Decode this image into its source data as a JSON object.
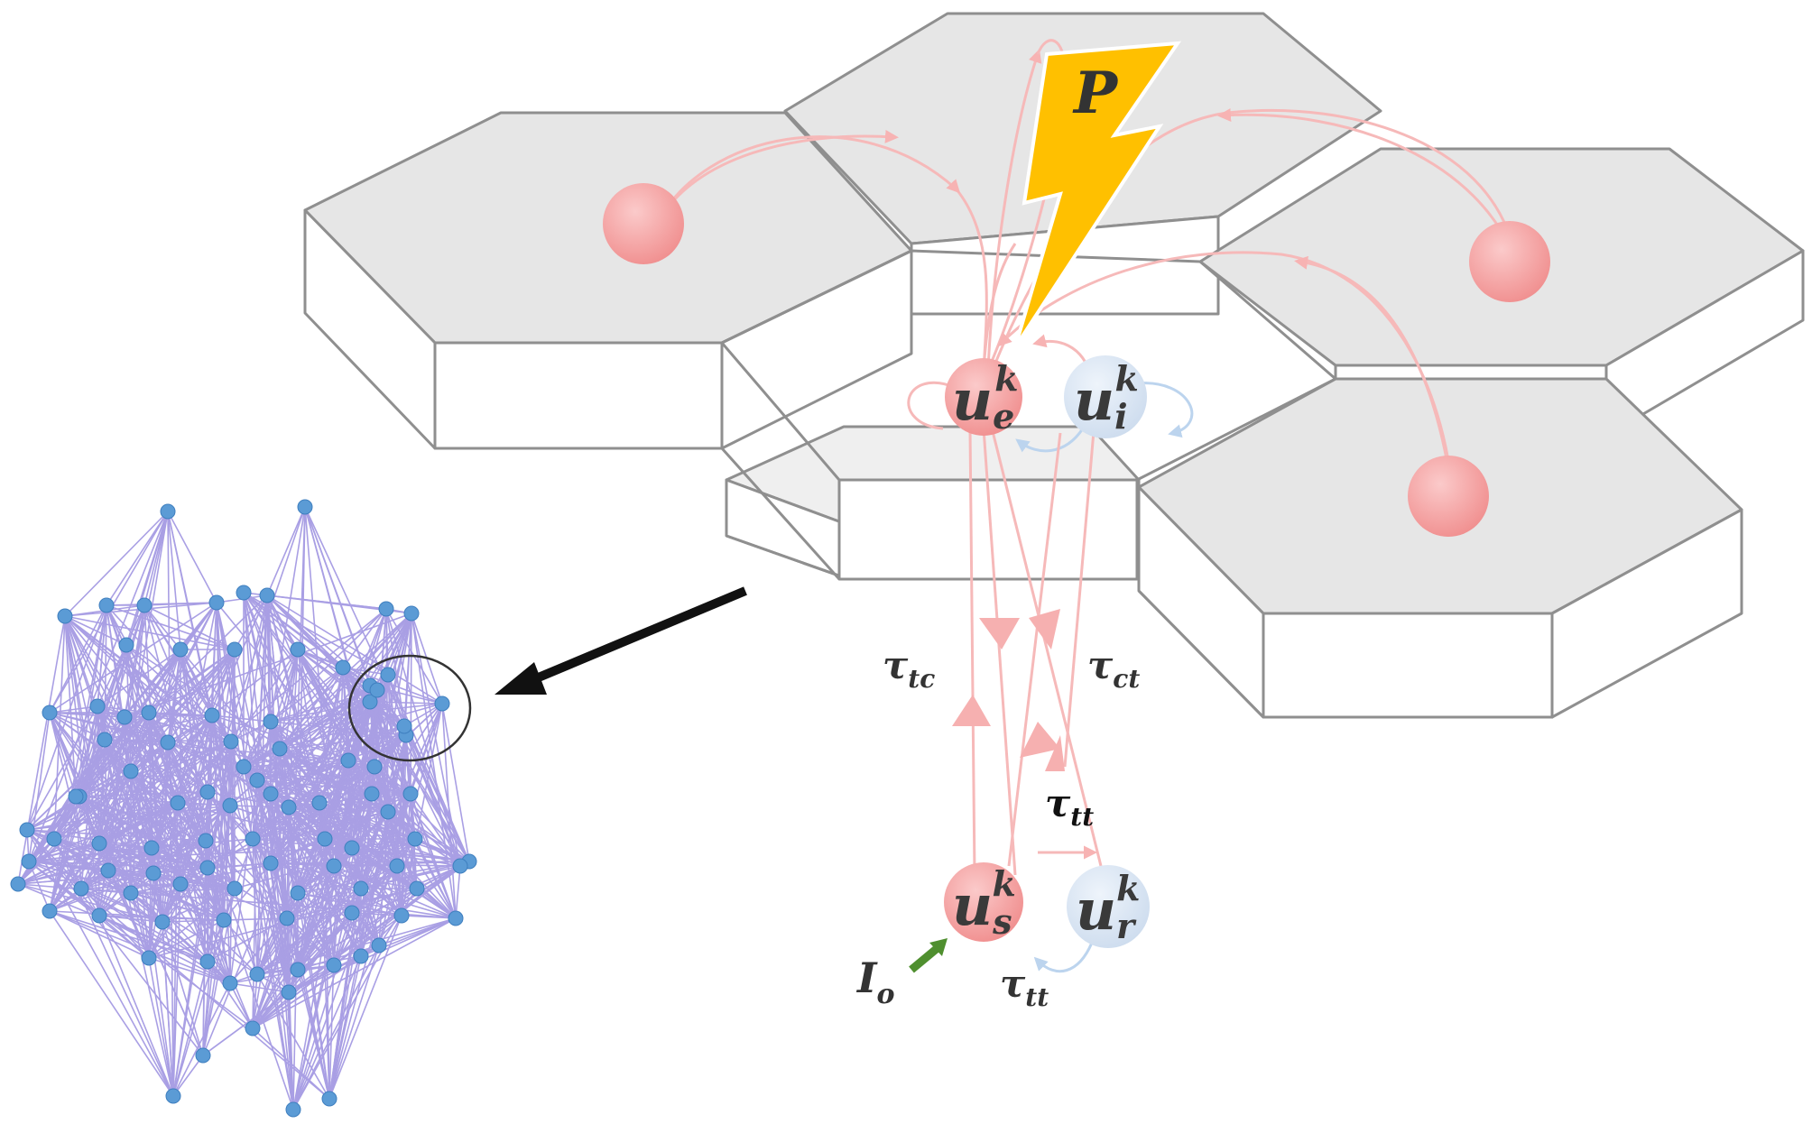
{
  "labels": {
    "power": "P",
    "excitatory": {
      "base": "u",
      "sub": "e",
      "sup": "k"
    },
    "inhibitory": {
      "base": "u",
      "sub": "i",
      "sup": "k"
    },
    "specific": {
      "base": "u",
      "sub": "s",
      "sup": "k"
    },
    "reticular": {
      "base": "u",
      "sub": "r",
      "sup": "k"
    },
    "tau_tc": {
      "base": "τ",
      "sub": "tc"
    },
    "tau_ct": {
      "base": "τ",
      "sub": "ct"
    },
    "tau_tt_top": {
      "base": "τ",
      "sub": "tt"
    },
    "tau_tt_bottom": {
      "base": "τ",
      "sub": "tt"
    },
    "input": {
      "base": "I",
      "sub": "o"
    }
  },
  "colors": {
    "excitatory": "#f4a7a7",
    "inhibitory": "#dbe6f2",
    "connection": "#f6b9b9",
    "inhibitory_connection": "#b9d3ee",
    "bolt": "#ffc000",
    "network_edges": "#9b8fe0",
    "network_nodes": "#5b9bd5",
    "input_arrow": "#4f8f2f"
  }
}
